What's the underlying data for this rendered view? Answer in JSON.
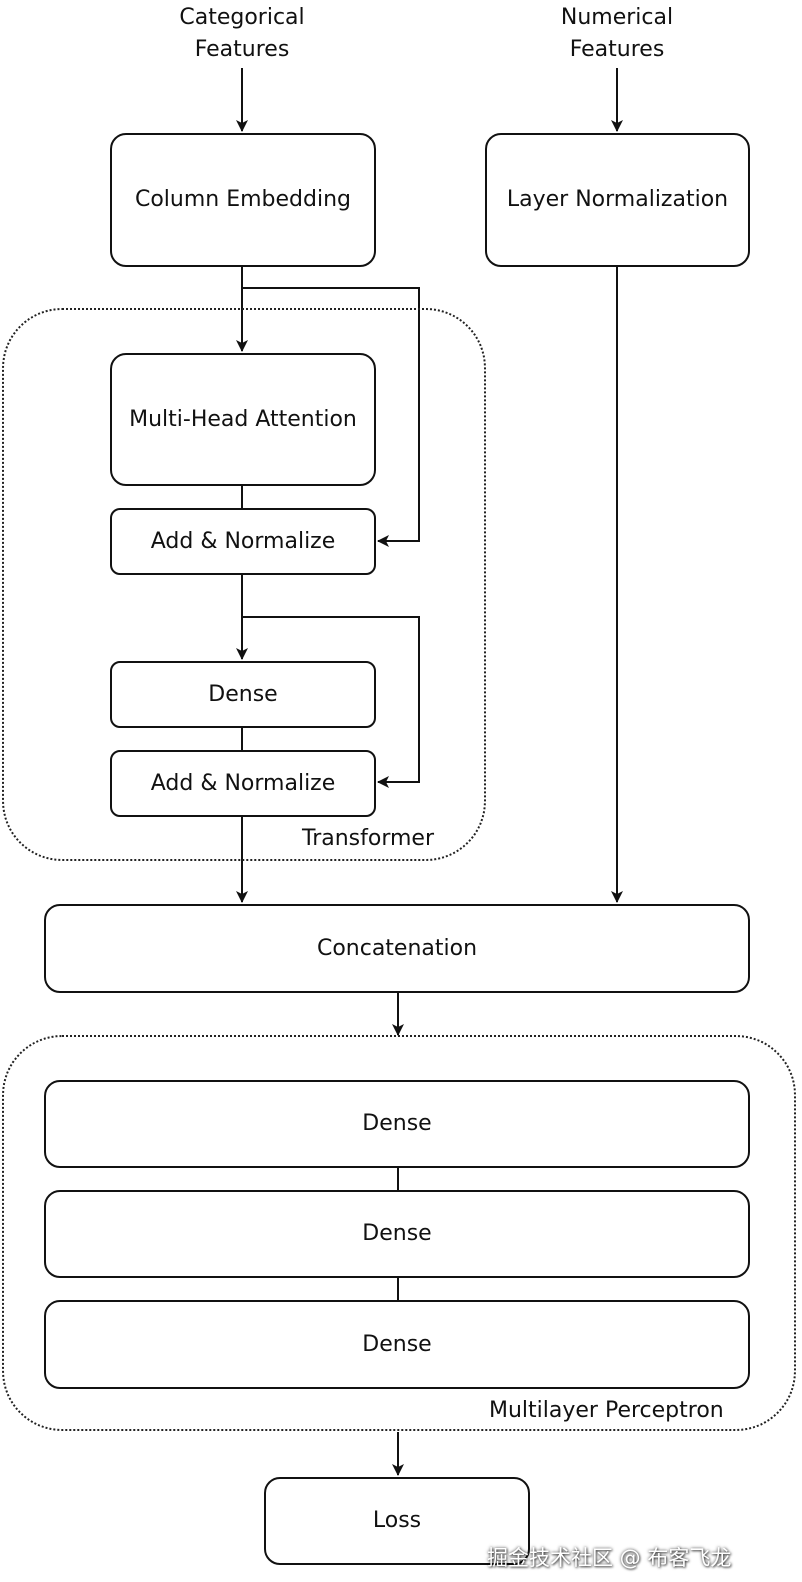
{
  "inputs": {
    "categorical": [
      "Categorical",
      "Features"
    ],
    "numerical": [
      "Numerical",
      "Features"
    ]
  },
  "blocks": {
    "column_embedding": "Column Embedding",
    "layer_normalization": "Layer Normalization",
    "multi_head_attention": "Multi-Head Attention",
    "add_normalize_1": "Add & Normalize",
    "dense_transformer": "Dense",
    "add_normalize_2": "Add & Normalize",
    "concatenation": "Concatenation",
    "mlp_dense_1": "Dense",
    "mlp_dense_2": "Dense",
    "mlp_dense_3": "Dense",
    "loss": "Loss"
  },
  "groups": {
    "transformer": "Transformer",
    "mlp": "Multilayer Perceptron"
  },
  "watermark": "掘金技术社区 @ 布客飞龙"
}
